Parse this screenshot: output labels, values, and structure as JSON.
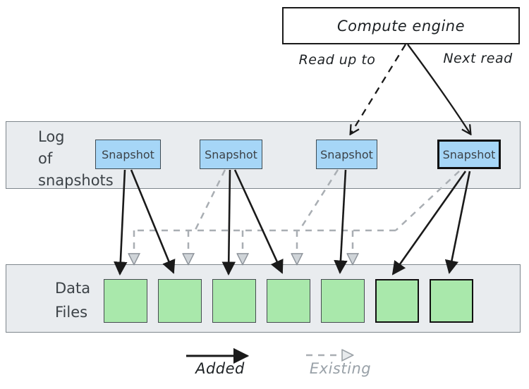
{
  "compute_engine": {
    "label": "Compute engine"
  },
  "edge_labels": {
    "read_up_to": "Read up to",
    "next_read": "Next read"
  },
  "log": {
    "label_lines": [
      "Log",
      "of",
      "snapshots"
    ],
    "snapshots": [
      {
        "label": "Snapshot",
        "state": "existing"
      },
      {
        "label": "Snapshot",
        "state": "existing"
      },
      {
        "label": "Snapshot",
        "state": "existing"
      },
      {
        "label": "Snapshot",
        "state": "current"
      }
    ]
  },
  "data_files": {
    "label_lines": [
      "Data",
      "Files"
    ],
    "files": [
      {
        "state": "existing"
      },
      {
        "state": "existing"
      },
      {
        "state": "existing"
      },
      {
        "state": "existing"
      },
      {
        "state": "existing"
      },
      {
        "state": "added"
      },
      {
        "state": "added"
      }
    ]
  },
  "legend": {
    "added": "Added",
    "existing": "Existing"
  },
  "colors": {
    "band_fill": "#e9ecef",
    "band_border": "#7e868c",
    "snapshot_fill": "#a6d6f7",
    "snapshot_border": "#3d4a52",
    "snapshot_border_added": "#101010",
    "file_fill": "#a9e8ab",
    "file_border": "#454b50",
    "file_border_added": "#101010",
    "arrow_added": "#1a1a1a",
    "arrow_existing": "#a9aeb3",
    "existing_head_fill": "#cfd4d8",
    "existing_head_stroke": "#8d939a",
    "text": "#3c4247",
    "gray_text": "#99a1a8"
  }
}
